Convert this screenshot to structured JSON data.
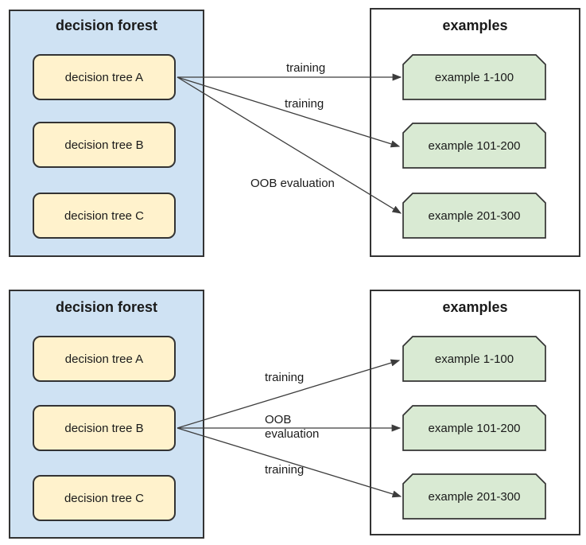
{
  "diagram": {
    "panels": [
      {
        "forest": {
          "title": "decision forest",
          "trees": [
            {
              "label": "decision tree A"
            },
            {
              "label": "decision tree B"
            },
            {
              "label": "decision tree C"
            }
          ]
        },
        "examples": {
          "title": "examples",
          "items": [
            {
              "label": "example 1-100"
            },
            {
              "label": "example 101-200"
            },
            {
              "label": "example 201-300"
            }
          ]
        },
        "active_tree": "decision tree A",
        "edges": [
          {
            "from": "decision tree A",
            "to": "example 1-100",
            "label": "training"
          },
          {
            "from": "decision tree A",
            "to": "example 101-200",
            "label": "training"
          },
          {
            "from": "decision tree A",
            "to": "example 201-300",
            "label": "OOB evaluation"
          }
        ]
      },
      {
        "forest": {
          "title": "decision forest",
          "trees": [
            {
              "label": "decision tree A"
            },
            {
              "label": "decision tree B"
            },
            {
              "label": "decision tree C"
            }
          ]
        },
        "examples": {
          "title": "examples",
          "items": [
            {
              "label": "example 1-100"
            },
            {
              "label": "example 101-200"
            },
            {
              "label": "example 201-300"
            }
          ]
        },
        "active_tree": "decision tree B",
        "edges": [
          {
            "from": "decision tree B",
            "to": "example 1-100",
            "label": "training"
          },
          {
            "from": "decision tree B",
            "to": "example 101-200",
            "label": "OOB evaluation"
          },
          {
            "from": "decision tree B",
            "to": "example 201-300",
            "label": "training"
          }
        ]
      }
    ],
    "colors": {
      "forest_fill": "#cfe2f3",
      "tree_fill": "#fff2cc",
      "example_fill": "#d9ead3",
      "outline": "#333333",
      "arrow": "#3c3c3c",
      "text": "#1a1a1a",
      "background": "#ffffff"
    }
  }
}
